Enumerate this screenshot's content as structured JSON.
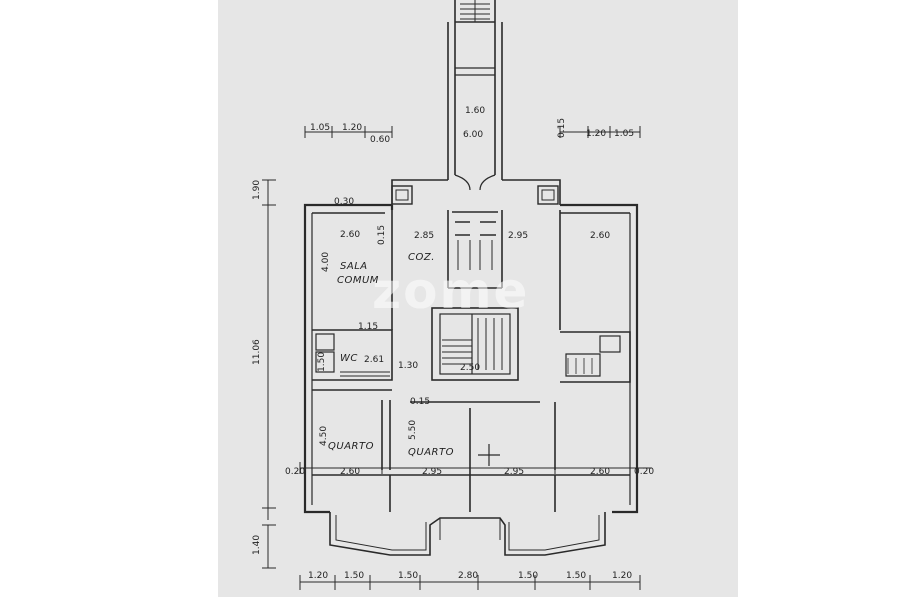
{
  "watermark": "zome",
  "rooms": {
    "sala": "SALA",
    "comum": "COMUM",
    "coz": "COZ.",
    "wc": "WC",
    "quarto_left": "QUARTO",
    "quarto_right": "QUARTO"
  },
  "dims": {
    "top_left_a": "1.05",
    "top_left_b": "1.20",
    "top_left_c": "0.60",
    "top_right_a": "0.15",
    "top_right_b": "1.20",
    "top_right_c": "1.05",
    "corridor_w": "1.60",
    "corridor_l": "6.00",
    "upper_left_h": "1.90",
    "total_h": "11.06",
    "bottom_h": "1.40",
    "sala_w": "2.60",
    "sala_h": "4.00",
    "coz_w": "2.85",
    "coz_right_w": "2.95",
    "right_room_w": "2.60",
    "wall_015": "0.15",
    "wall_030": "0.30",
    "wc_w": "1.15",
    "wc_a": "1.50",
    "wc_area": "2.61",
    "hall_a": "1.30",
    "hall_b": "2.50",
    "mid_015": "0.15",
    "q1_h": "4.50",
    "q2_h": "5.50",
    "bot_020_l": "0.20",
    "bot_260_l": "2.60",
    "bot_295_l": "2.95",
    "bot_295_r": "2.95",
    "bot_260_r": "2.60",
    "bot_020_r": "0.20"
  },
  "bottom_dims": [
    "1.20",
    "1.50",
    "1.50",
    "2.80",
    "1.50",
    "1.50",
    "1.20"
  ]
}
